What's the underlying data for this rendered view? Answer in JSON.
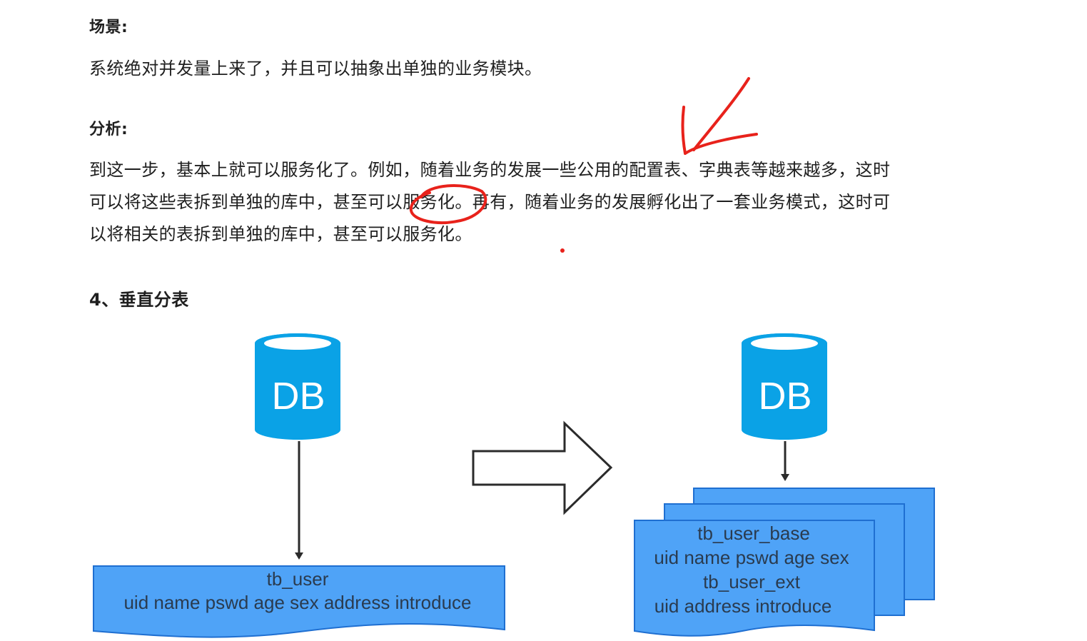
{
  "scenario": {
    "heading": "场景:",
    "text": "系统绝对并发量上来了，并且可以抽象出单独的业务模块。"
  },
  "analysis": {
    "heading": "分析:",
    "lines": [
      "到这一步，基本上就可以服务化了。例如，随着业务的发展一些公用的配置表、字典表等越来越多，这时",
      "可以将这些表拆到单独的库中，甚至可以服务化。再有，随着业务的发展孵化出了一套业务模式，这时可",
      "以将相关的表拆到单独的库中，甚至可以服务化。"
    ]
  },
  "section": {
    "heading": "4、垂直分表"
  },
  "diagram": {
    "left": {
      "db_label": "DB",
      "table_name": "tb_user",
      "table_columns": "uid name pswd age sex address introduce"
    },
    "right": {
      "db_label": "DB",
      "table1_name": "tb_user_base",
      "table1_columns": "uid name pswd age sex",
      "table2_name": "tb_user_ext",
      "table2_columns": "uid address introduce"
    }
  },
  "colors": {
    "db_blue": "#0aa2e6",
    "table_blue": "#4fa3f7",
    "table_border": "#1f6fd1",
    "annotation_red": "#e8221b"
  }
}
